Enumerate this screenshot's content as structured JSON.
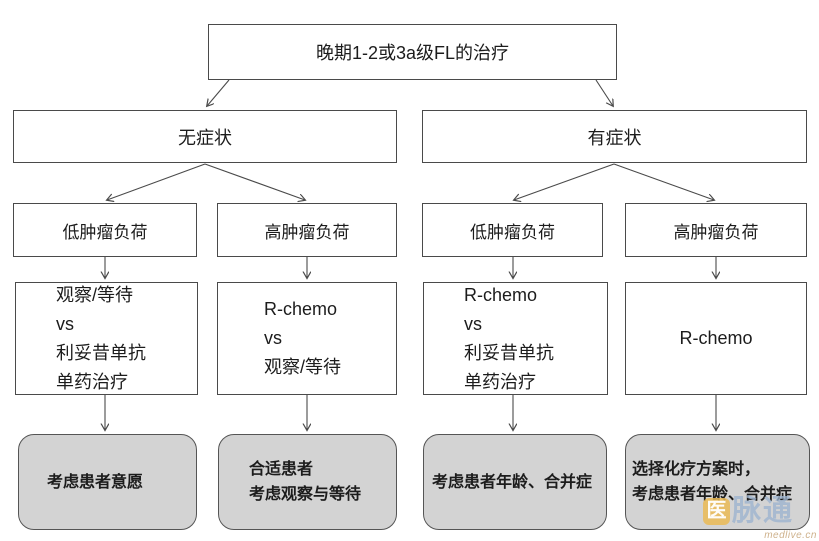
{
  "flowchart": {
    "root": {
      "label": "晚期1-2或3a级FL的治疗"
    },
    "symptom_nodes": [
      {
        "label": "无症状"
      },
      {
        "label": "有症状"
      }
    ],
    "burden_nodes": [
      {
        "label": "低肿瘤负荷"
      },
      {
        "label": "高肿瘤负荷"
      },
      {
        "label": "低肿瘤负荷"
      },
      {
        "label": "高肿瘤负荷"
      }
    ],
    "treatment_nodes": [
      {
        "lines": [
          "观察/等待",
          "vs",
          "利妥昔单抗",
          "单药治疗"
        ]
      },
      {
        "lines": [
          "R-chemo",
          "vs",
          "观察/等待"
        ]
      },
      {
        "lines": [
          "R-chemo",
          "vs",
          "利妥昔单抗",
          "单药治疗"
        ]
      },
      {
        "lines": [
          "R-chemo"
        ]
      }
    ],
    "consideration_nodes": [
      {
        "lines": [
          "考虑患者意愿"
        ]
      },
      {
        "lines": [
          "合适患者",
          "考虑观察与等待"
        ]
      },
      {
        "lines": [
          "考虑患者年龄、合并症"
        ]
      },
      {
        "lines": [
          "选择化疗方案时，",
          "考虑患者年龄、合并症"
        ]
      }
    ]
  },
  "watermark": {
    "badge_char": "医",
    "logo_text": "脉通",
    "subtext": "medlive.cn"
  },
  "colors": {
    "box_border": "#4a4a4a",
    "arrow": "#4a4a4a",
    "result_fill": "#d3d3d3",
    "watermark_blue": "#9db4cf",
    "watermark_badge": "#eaba55",
    "watermark_tan": "#c9a97e"
  }
}
